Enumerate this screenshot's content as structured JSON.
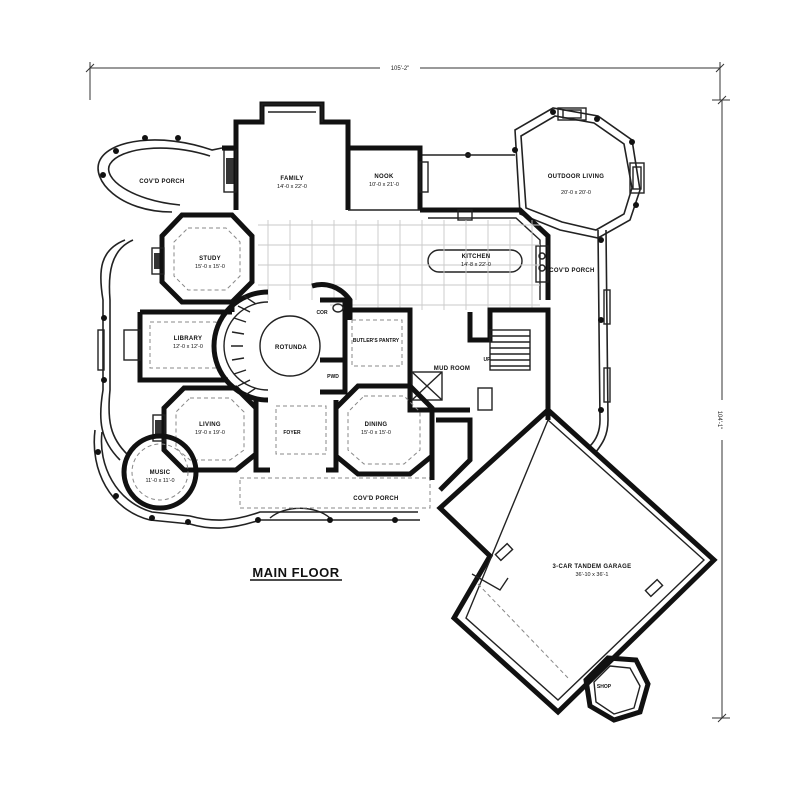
{
  "drawing": {
    "title": "MAIN FLOOR",
    "overall_width": "105'-2\"",
    "overall_depth": "104'-1\""
  },
  "rooms": {
    "covd_porch_west": {
      "name": "COV'D PORCH"
    },
    "family": {
      "name": "FAMILY",
      "size": "14'-0 x 22'-0"
    },
    "nook": {
      "name": "NOOK",
      "size": "10'-0 x 21'-0"
    },
    "outdoor_living": {
      "name": "OUTDOOR LIVING",
      "size": "20'-0 x 20'-0"
    },
    "study": {
      "name": "STUDY",
      "size": "15'-0 x 15'-0"
    },
    "kitchen": {
      "name": "KITCHEN",
      "size": "14'-8 x 22'-0"
    },
    "covd_porch_east": {
      "name": "COV'D PORCH"
    },
    "library": {
      "name": "LIBRARY",
      "size": "12'-0 x 12'-0"
    },
    "rotunda": {
      "name": "ROTUNDA"
    },
    "butlers_pantry": {
      "name": "BUTLER'S PANTRY"
    },
    "cor": {
      "name": "COR"
    },
    "pwd": {
      "name": "PWD"
    },
    "mud_room": {
      "name": "MUD ROOM"
    },
    "living": {
      "name": "LIVING",
      "size": "19'-0 x 19'-0"
    },
    "foyer": {
      "name": "FOYER"
    },
    "dining": {
      "name": "DINING",
      "size": "15'-0 x 15'-0"
    },
    "music": {
      "name": "MUSIC",
      "size": "11'-0 x 11'-0"
    },
    "covd_porch_south": {
      "name": "COV'D PORCH"
    },
    "garage": {
      "name": "3-CAR TANDEM GARAGE",
      "size": "36'-10 x 36'-1"
    },
    "shop": {
      "name": "SHOP"
    },
    "stair_up": {
      "name": "UP"
    }
  }
}
